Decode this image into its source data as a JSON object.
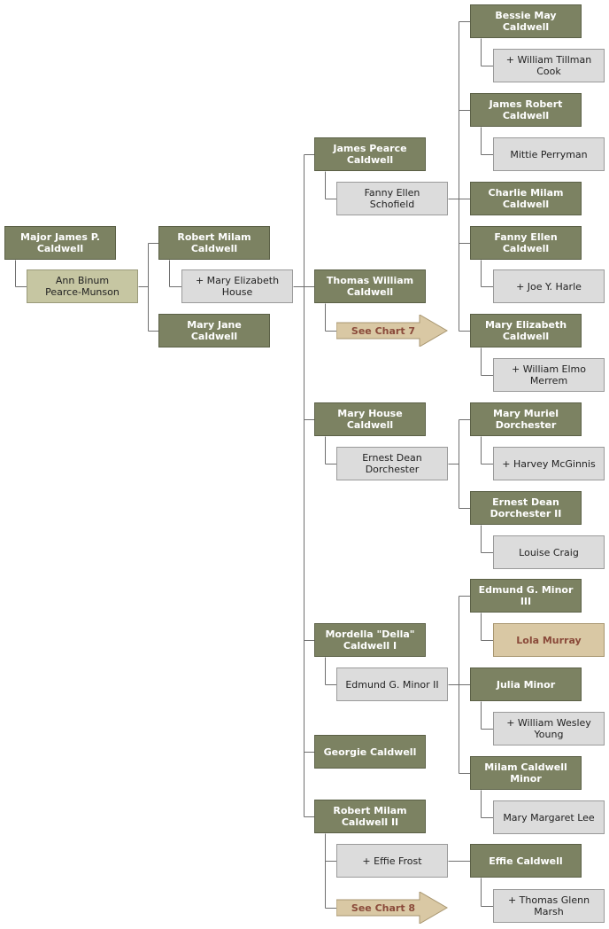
{
  "colors": {
    "person_fill": "#7c8262",
    "spouse_fill": "#dcdcdc",
    "highlight_spouse_fill": "#c6c6a2",
    "tan_fill": "#d9c8a4",
    "tan_text": "#8a4a3a",
    "line": "#6f6f6f"
  },
  "people": [
    {
      "id": "major-james",
      "name": "Major James P.\nCaldwell",
      "kind": "person"
    },
    {
      "id": "ann-binum",
      "name": "Ann Binum\nPearce-Munson",
      "kind": "spouse-hl"
    },
    {
      "id": "robert-milam",
      "name": "Robert Milam\nCaldwell",
      "kind": "person"
    },
    {
      "id": "mary-elizabeth-house",
      "name": "+ Mary Elizabeth\nHouse",
      "kind": "spouse"
    },
    {
      "id": "mary-jane",
      "name": "Mary Jane Caldwell",
      "kind": "person"
    },
    {
      "id": "james-pearce",
      "name": "James Pearce\nCaldwell",
      "kind": "person"
    },
    {
      "id": "fanny-schofield",
      "name": "Fanny Ellen\nSchofield",
      "kind": "spouse"
    },
    {
      "id": "thomas-william",
      "name": "Thomas William\nCaldwell",
      "kind": "person"
    },
    {
      "id": "mary-house",
      "name": "Mary House\nCaldwell",
      "kind": "person"
    },
    {
      "id": "ernest-dean",
      "name": "Ernest Dean\nDorchester",
      "kind": "spouse"
    },
    {
      "id": "mordella",
      "name": "Mordella \"Della\"\nCaldwell I",
      "kind": "person"
    },
    {
      "id": "edmund-ii",
      "name": "Edmund G. Minor II",
      "kind": "spouse"
    },
    {
      "id": "georgie",
      "name": "Georgie Caldwell",
      "kind": "person"
    },
    {
      "id": "robert-ii",
      "name": "Robert Milam\nCaldwell II",
      "kind": "person"
    },
    {
      "id": "effie-frost",
      "name": "+ Effie Frost",
      "kind": "spouse"
    },
    {
      "id": "bessie-may",
      "name": "Bessie May\nCaldwell",
      "kind": "person"
    },
    {
      "id": "william-cook",
      "name": "+ William Tillman\nCook",
      "kind": "spouse"
    },
    {
      "id": "james-robert",
      "name": "James Robert\nCaldwell",
      "kind": "person"
    },
    {
      "id": "mittie",
      "name": "Mittie Perryman",
      "kind": "spouse"
    },
    {
      "id": "charlie-milam",
      "name": "Charlie Milam\nCaldwell",
      "kind": "person"
    },
    {
      "id": "fanny-ellen-c",
      "name": "Fanny Ellen\nCaldwell",
      "kind": "person"
    },
    {
      "id": "joe-harle",
      "name": "+ Joe Y. Harle",
      "kind": "spouse"
    },
    {
      "id": "mary-elizabeth-c",
      "name": "Mary Elizabeth\nCaldwell",
      "kind": "person"
    },
    {
      "id": "william-merrem",
      "name": "+ William Elmo\nMerrem",
      "kind": "spouse"
    },
    {
      "id": "mary-muriel",
      "name": "Mary Muriel\nDorchester",
      "kind": "person"
    },
    {
      "id": "harvey",
      "name": "+ Harvey McGinnis",
      "kind": "spouse"
    },
    {
      "id": "ernest-ii",
      "name": "Ernest Dean\nDorchester II",
      "kind": "person"
    },
    {
      "id": "louise",
      "name": "Louise Craig",
      "kind": "spouse"
    },
    {
      "id": "edmund-iii",
      "name": "Edmund G. Minor\nIII",
      "kind": "person"
    },
    {
      "id": "lola",
      "name": "Lola Murray",
      "kind": "spouse-tan"
    },
    {
      "id": "julia",
      "name": "Julia Minor",
      "kind": "person"
    },
    {
      "id": "william-young",
      "name": "+ William Wesley\nYoung",
      "kind": "spouse"
    },
    {
      "id": "milam-minor",
      "name": "Milam Caldwell\nMinor",
      "kind": "person"
    },
    {
      "id": "mary-margaret",
      "name": "Mary Margaret Lee",
      "kind": "spouse"
    },
    {
      "id": "effie-caldwell",
      "name": "Effie Caldwell",
      "kind": "person"
    },
    {
      "id": "thomas-marsh",
      "name": "+ Thomas Glenn\nMarsh",
      "kind": "spouse"
    }
  ],
  "references": [
    {
      "id": "see-chart-7",
      "label": "See Chart 7"
    },
    {
      "id": "see-chart-8",
      "label": "See Chart 8"
    }
  ]
}
